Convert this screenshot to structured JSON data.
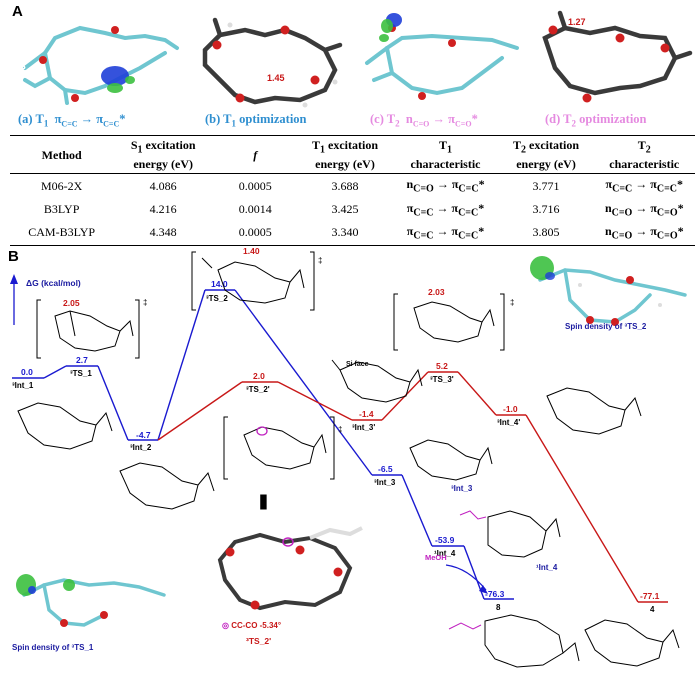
{
  "panel_a": {
    "letter": "A",
    "captions": [
      {
        "label": "(a) T",
        "sub": "1",
        "rest": "  π",
        "sub2": "C=C",
        "arrow": " → π",
        "sub3": "C=C",
        "star": "*",
        "color": "#2f8fd0"
      },
      {
        "label": "(b) T",
        "sub": "1",
        "rest": " optimization",
        "color": "#2f8fd0"
      },
      {
        "label": "(c) T",
        "sub": "2",
        "rest": "  n",
        "sub2": "C=O",
        "arrow": " → π",
        "sub3": "C=O",
        "star": "*",
        "color": "#e58ae0"
      },
      {
        "label": "(d) T",
        "sub": "2",
        "rest": " optimization",
        "color": "#e58ae0"
      }
    ],
    "bond_labels": {
      "b": "1.45",
      "d": "1.27"
    },
    "table": {
      "headers": [
        {
          "main": "Method"
        },
        {
          "main": "S",
          "sub": "1",
          "tail": " excitation",
          "line2": "energy (eV)"
        },
        {
          "main": "f",
          "italic": true
        },
        {
          "main": "T",
          "sub": "1",
          "tail": " excitation",
          "line2": "energy (eV)"
        },
        {
          "main": "T",
          "sub": "1",
          "line2": "characteristic"
        },
        {
          "main": "T",
          "sub": "2",
          "tail": " excitation",
          "line2": "energy (eV)"
        },
        {
          "main": "T",
          "sub": "2",
          "line2": "characteristic"
        }
      ],
      "rows": [
        {
          "method": "M06-2X",
          "s1": "4.086",
          "f": "0.0005",
          "t1": "3.688",
          "t1c": {
            "a": "n",
            "as": "C=O",
            "b": "π",
            "bs": "C=C"
          },
          "t2": "3.771",
          "t2c": {
            "a": "π",
            "as": "C=C",
            "b": "π",
            "bs": "C=C"
          }
        },
        {
          "method": "B3LYP",
          "s1": "4.216",
          "f": "0.0014",
          "t1": "3.425",
          "t1c": {
            "a": "π",
            "as": "C=C",
            "b": "π",
            "bs": "C=C"
          },
          "t2": "3.716",
          "t2c": {
            "a": "n",
            "as": "C=O",
            "b": "π",
            "bs": "C=O"
          }
        },
        {
          "method": "CAM-B3LYP",
          "s1": "4.348",
          "f": "0.0005",
          "t1": "3.340",
          "t1c": {
            "a": "π",
            "as": "C=C",
            "b": "π",
            "bs": "C=C"
          },
          "t2": "3.805",
          "t2c": {
            "a": "n",
            "as": "C=O",
            "b": "π",
            "bs": "C=O"
          }
        }
      ]
    }
  },
  "panel_b": {
    "letter": "B",
    "axis_label": "ΔG (kcal/mol)",
    "ts1_bond": "2.05",
    "ts2_bond": "1.40",
    "ts3p_bond": "2.03",
    "si_face": "Si face",
    "meoh": "MeOH",
    "spin_ts2": "Spin density of ³TS_2",
    "spin_ts1": "Spin density of ³TS_1",
    "cc_co": "CC-CO -5.34°",
    "ts2p_caption": "³TS_2'",
    "eq_sign": "||||",
    "levels": [
      {
        "id": "int1",
        "value": "0.0",
        "label": "³Int_1",
        "color": "blue"
      },
      {
        "id": "ts1",
        "value": "2.7",
        "label": "³TS_1",
        "color": "blue"
      },
      {
        "id": "int2",
        "value": "-4.7",
        "label": "³Int_2",
        "color": "blue"
      },
      {
        "id": "ts2",
        "value": "14.0",
        "label": "³TS_2",
        "color": "blue"
      },
      {
        "id": "ts2p",
        "value": "2.0",
        "label": "³TS_2'",
        "color": "red"
      },
      {
        "id": "int3p",
        "value": "-1.4",
        "label": "³Int_3'",
        "color": "red"
      },
      {
        "id": "ts3p",
        "value": "5.2",
        "label": "³TS_3'",
        "color": "red"
      },
      {
        "id": "int4p",
        "value": "-1.0",
        "label": "³Int_4'",
        "color": "red"
      },
      {
        "id": "p4",
        "value": "-77.1",
        "label": "4",
        "color": "red"
      },
      {
        "id": "int3",
        "value": "-6.5",
        "label": "³Int_3",
        "color": "blue"
      },
      {
        "id": "int4",
        "value": "-53.9",
        "label": "¹Int_4",
        "color": "blue"
      },
      {
        "id": "p8",
        "value": "-76.3",
        "label": "8",
        "color": "blue"
      }
    ],
    "struct_labels": {
      "int3": "³Int_3",
      "int4": "¹Int_4"
    }
  },
  "colors": {
    "blue": "#1a1ad0",
    "red": "#c81818",
    "magenta": "#c020c0",
    "cyan": "#3fb0c8",
    "gray": "#999999"
  }
}
